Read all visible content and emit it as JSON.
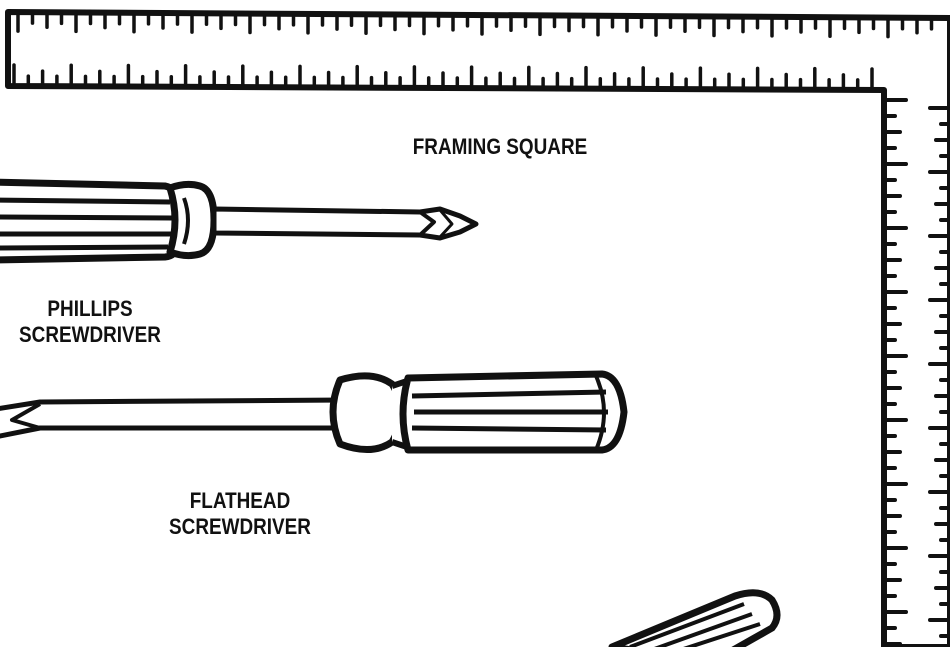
{
  "labels": {
    "framing_square": "FRAMING SQUARE",
    "phillips": [
      "PHILLIPS",
      "SCREWDRIVER"
    ],
    "flathead": [
      "FLATHEAD",
      "SCREWDRIVER"
    ]
  },
  "colors": {
    "ink": "#111111",
    "paper": "#ffffff"
  },
  "items": [
    {
      "id": "framing-square",
      "icon": "framing-square-icon"
    },
    {
      "id": "phillips-screwdriver",
      "icon": "phillips-screwdriver-icon"
    },
    {
      "id": "flathead-screwdriver",
      "icon": "flathead-screwdriver-icon"
    },
    {
      "id": "partial-tool-handle",
      "icon": "tool-handle-icon"
    }
  ]
}
